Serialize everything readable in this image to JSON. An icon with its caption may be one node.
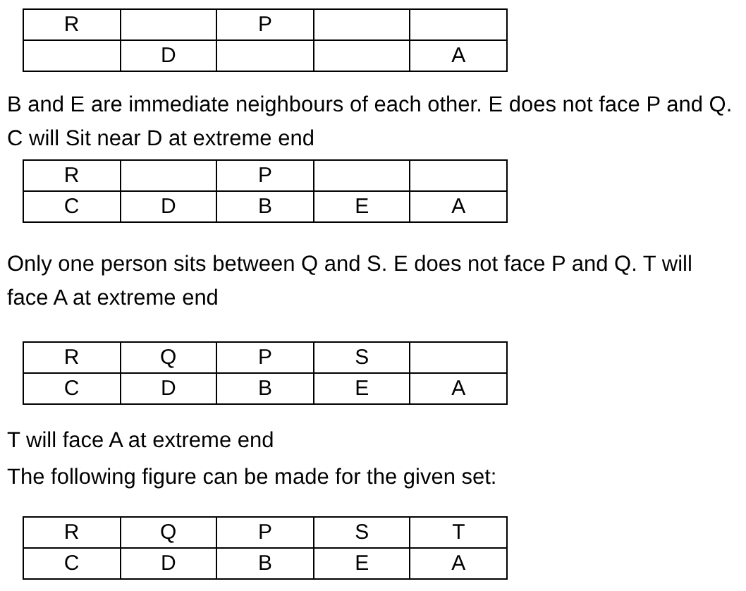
{
  "diagram": {
    "nodes": [
      {
        "text": [],
        "shape": "table"
      },
      {
        "text": [
          "R"
        ],
        "in": 0
      },
      {
        "text": [],
        "shape": "box",
        "in": 0
      },
      {
        "text": [
          "P"
        ],
        "in": 0
      },
      {
        "text": [],
        "shape": "box",
        "in": 0
      },
      {
        "text": [],
        "shape": "box",
        "in": 0
      },
      {
        "text": [],
        "shape": "box",
        "in": 0
      },
      {
        "text": [
          "D"
        ],
        "in": 0
      },
      {
        "text": [],
        "shape": "box",
        "in": 0
      },
      {
        "text": [],
        "shape": "box",
        "in": 0
      },
      {
        "text": [
          "A"
        ],
        "in": 0
      },
      {
        "text": [],
        "shape": "table"
      },
      {
        "text": [
          "R"
        ],
        "in": 11
      },
      {
        "text": [],
        "shape": "box",
        "in": 11
      },
      {
        "text": [
          "P"
        ],
        "in": 11
      },
      {
        "text": [],
        "shape": "box",
        "in": 11
      },
      {
        "text": [],
        "shape": "box",
        "in": 11
      },
      {
        "text": [
          "C"
        ],
        "in": 11
      },
      {
        "text": [
          "D"
        ],
        "in": 11
      },
      {
        "text": [
          "B"
        ],
        "in": 11
      },
      {
        "text": [
          "E"
        ],
        "in": 11
      },
      {
        "text": [
          "A"
        ],
        "in": 11
      },
      {
        "text": [],
        "shape": "table"
      },
      {
        "text": [
          "R"
        ],
        "in": 22
      },
      {
        "text": [
          "Q"
        ],
        "in": 22
      },
      {
        "text": [
          "P"
        ],
        "in": 22
      },
      {
        "text": [
          "S"
        ],
        "in": 22
      },
      {
        "text": [],
        "shape": "box",
        "in": 22
      },
      {
        "text": [
          "C"
        ],
        "in": 22
      },
      {
        "text": [
          "D"
        ],
        "in": 22
      },
      {
        "text": [
          "B"
        ],
        "in": 22
      },
      {
        "text": [
          "E"
        ],
        "in": 22
      },
      {
        "text": [
          "A"
        ],
        "in": 22
      },
      {
        "text": [],
        "shape": "table"
      },
      {
        "text": [
          "R"
        ],
        "in": 33
      },
      {
        "text": [
          "Q"
        ],
        "in": 33
      },
      {
        "text": [
          "P"
        ],
        "in": 33
      },
      {
        "text": [
          "S"
        ],
        "in": 33
      },
      {
        "text": [
          "T"
        ],
        "in": 33
      },
      {
        "text": [
          "C"
        ],
        "in": 33
      },
      {
        "text": [
          "D"
        ],
        "in": 33
      },
      {
        "text": [
          "B"
        ],
        "in": 33
      },
      {
        "text": [
          "E"
        ],
        "in": 33
      },
      {
        "text": [
          "A"
        ],
        "in": 33
      }
    ],
    "labels": [
      "B and E are immediate neighbours of each other. E does not face P and Q. C will Sit near D at extreme end",
      "Only one person sits between Q and S. E does not face P and Q. T will face A at extreme end",
      "T will face A at extreme end",
      "The following figure can be made for the given set:"
    ]
  }
}
